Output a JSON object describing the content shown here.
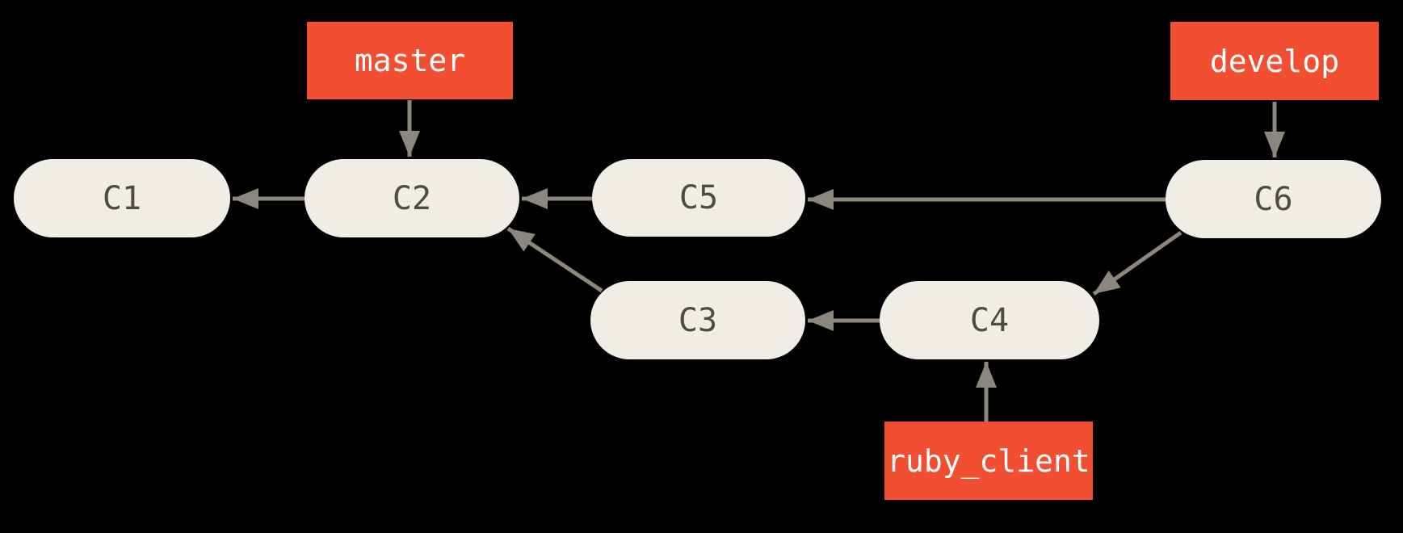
{
  "diagram": {
    "title": "Git branch diagram",
    "colors": {
      "background": "#000000",
      "commit_fill": "#f0eee4",
      "commit_text": "#4f4a42",
      "branch_label_bg": "#f14e32",
      "branch_label_text": "#ffffff",
      "arrow_color": "#8d867c"
    },
    "commits": {
      "c1": {
        "label": "C1"
      },
      "c2": {
        "label": "C2"
      },
      "c3": {
        "label": "C3"
      },
      "c4": {
        "label": "C4"
      },
      "c5": {
        "label": "C5"
      },
      "c6": {
        "label": "C6"
      }
    },
    "branches": {
      "master": {
        "label": "master",
        "points_to": "C2"
      },
      "develop": {
        "label": "develop",
        "points_to": "C6"
      },
      "ruby_client": {
        "label": "ruby_client",
        "points_to": "C4"
      }
    },
    "edges": [
      {
        "from": "C2",
        "to": "C1"
      },
      {
        "from": "C5",
        "to": "C2"
      },
      {
        "from": "C3",
        "to": "C2"
      },
      {
        "from": "C6",
        "to": "C5"
      },
      {
        "from": "C4",
        "to": "C3"
      },
      {
        "from": "C6",
        "to": "C4"
      }
    ]
  }
}
